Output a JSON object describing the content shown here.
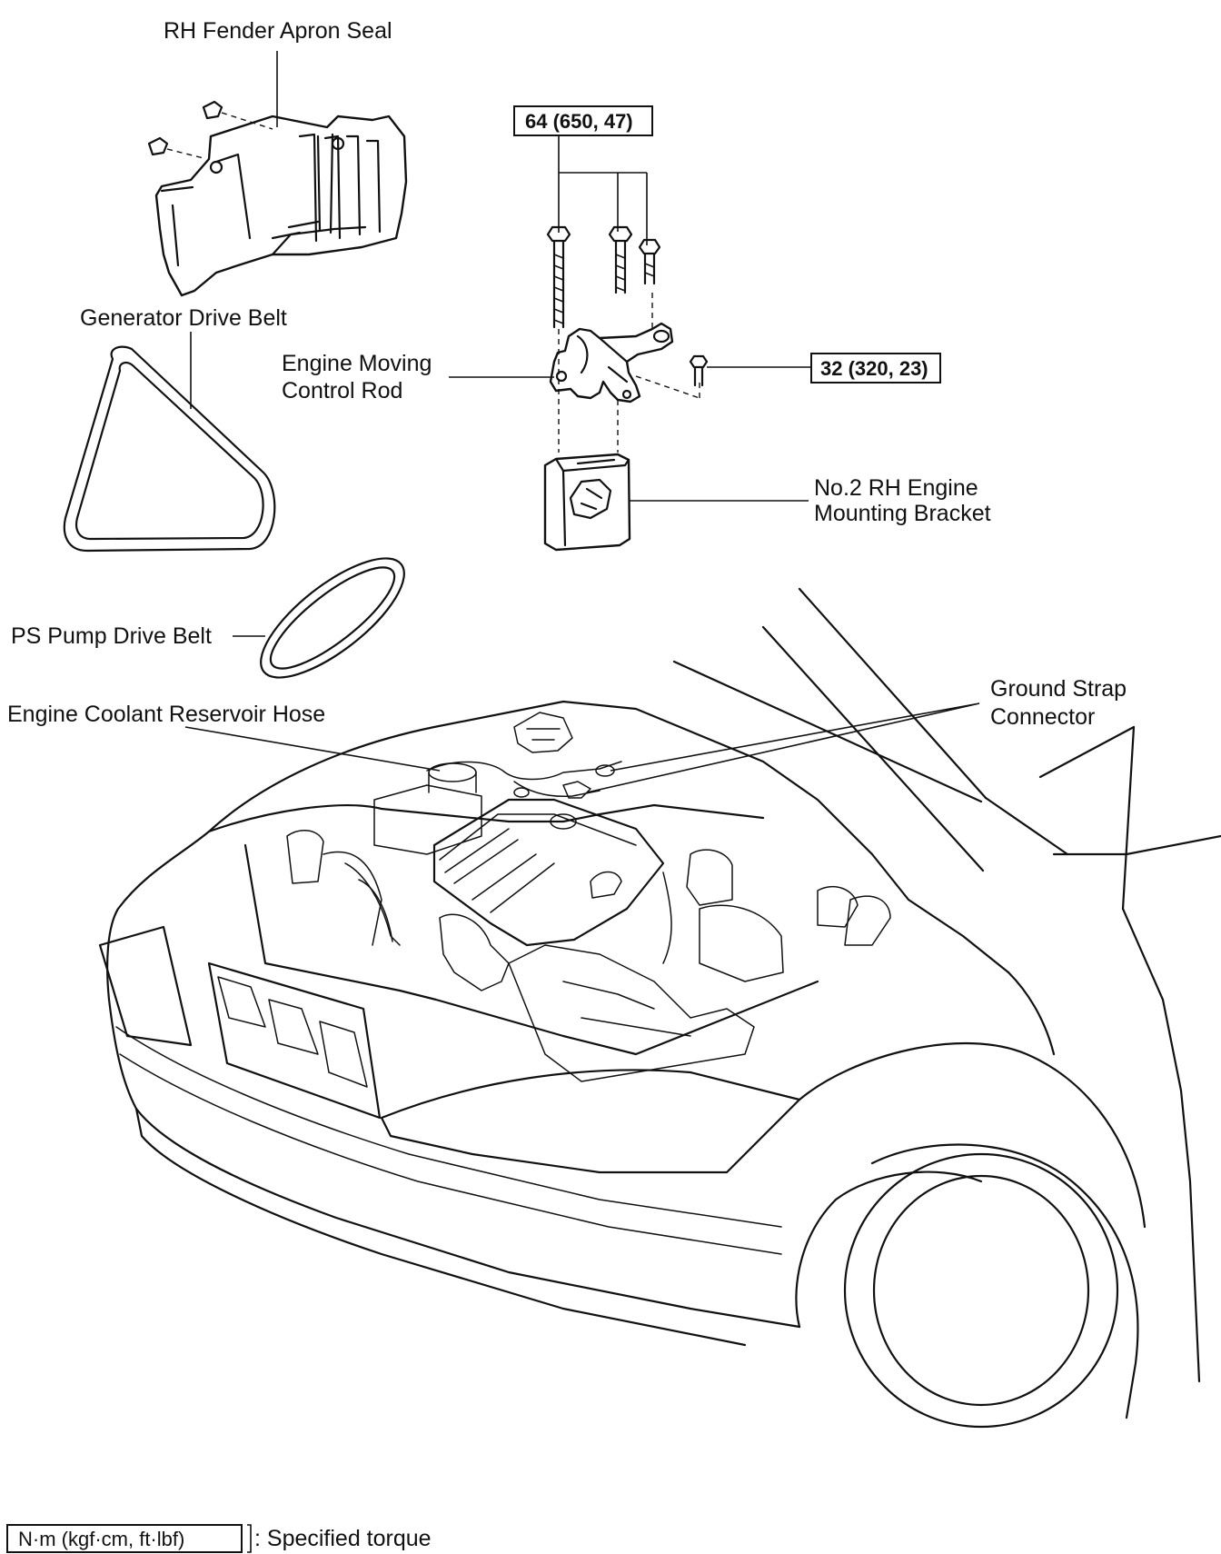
{
  "labels": {
    "fender_seal": "RH Fender Apron Seal",
    "generator_belt": "Generator Drive Belt",
    "control_rod_1": "Engine Moving",
    "control_rod_2": "Control Rod",
    "mount_bracket_1": "No.2 RH Engine",
    "mount_bracket_2": "Mounting Bracket",
    "ps_belt": "PS Pump Drive Belt",
    "coolant_hose": "Engine Coolant Reservoir Hose",
    "ground_strap_1": "Ground Strap",
    "ground_strap_2": "Connector"
  },
  "torque": {
    "bolt_upper": "64 (650, 47)",
    "bolt_side": "32 (320, 23)"
  },
  "legend": {
    "unit_box": "N·m (kgf·cm, ft·lbf)",
    "description": ": Specified torque"
  }
}
